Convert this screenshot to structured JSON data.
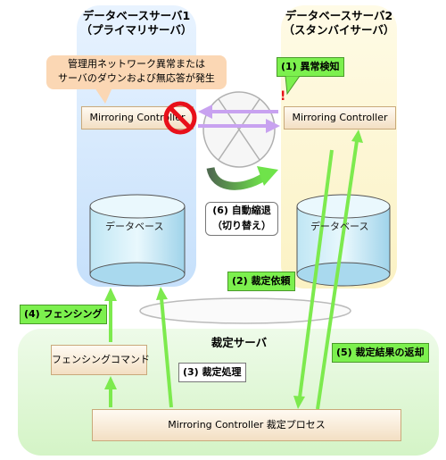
{
  "servers": {
    "db1": {
      "title_line1": "データベースサーバ1",
      "title_line2": "（プライマリサーバ）"
    },
    "db2": {
      "title_line1": "データベースサーバ2",
      "title_line2": "（スタンバイサーバ）"
    },
    "judge": {
      "title": "裁定サーバ"
    }
  },
  "alert": {
    "line1": "管理用ネットワーク異常または",
    "line2": "サーバのダウンおよび無応答が発生"
  },
  "exclamation": "!",
  "mc1_label": "Mirroring Controller",
  "mc2_label": "Mirroring Controller",
  "db1_label": "データベース",
  "db2_label": "データベース",
  "fencing_cmd_label": "フェンシングコマンド",
  "judge_process_label": "Mirroring Controller 裁定プロセス",
  "steps": {
    "s1": "(1) 異常検知",
    "s2": "(2) 裁定依頼",
    "s3": "(3) 裁定処理",
    "s4": "(4) フェンシング",
    "s5": "(5) 裁定結果の返却",
    "s6_line1": "(6) 自動縮退",
    "s6_line2": "（切り替え）"
  },
  "colors": {
    "green_arrow": "#7dea4e",
    "purple_arrow": "#c8a2f0",
    "no_symbol": "#e8101a",
    "db1_bg": "#c6e0fb",
    "db2_bg": "#fbf2c4",
    "judge_bg": "#d4f4c6"
  }
}
